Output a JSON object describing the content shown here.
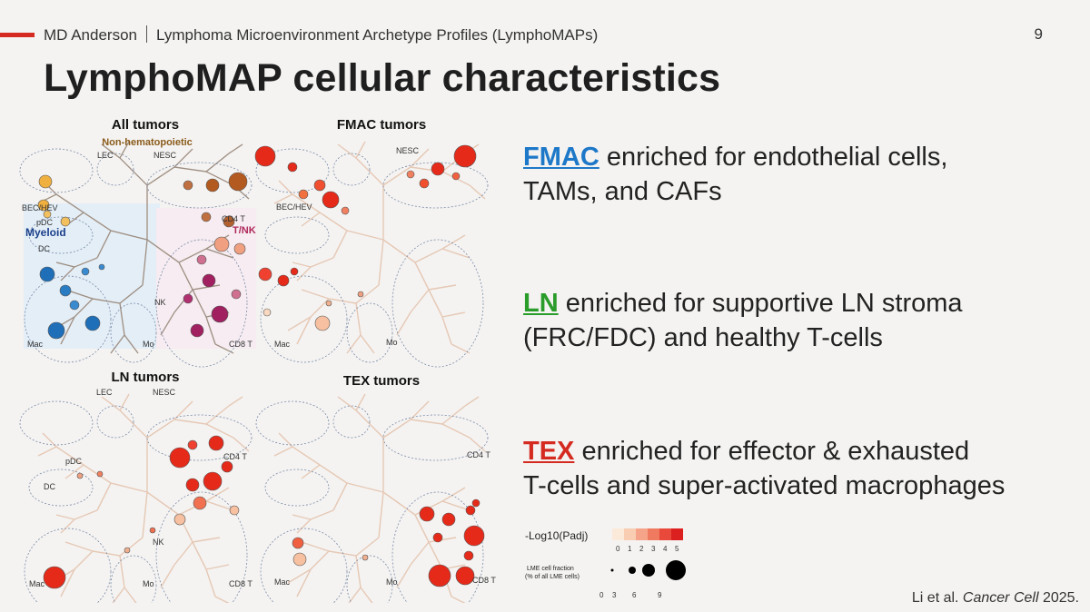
{
  "header": {
    "org": "MD Anderson",
    "subtitle": "Lymphoma Microenvironment Archetype Profiles (LymphoMAPs)",
    "page_number": "9"
  },
  "title": "LymphoMAP cellular characteristics",
  "figure": {
    "panels": [
      {
        "title": "All tumors",
        "labels": {
          "nonhema": "Non-hematopoietic",
          "lec": "LEC",
          "nesc": "NESC",
          "bec": "BEC/HEV",
          "pdc": "pDC",
          "myeloid": "Myeloid",
          "dc": "DC",
          "cd4": "CD4 T",
          "tnk": "T/NK",
          "nk": "NK",
          "mac": "Mac",
          "mo": "Mo",
          "cd8": "CD8 T"
        }
      },
      {
        "title": "FMAC tumors",
        "labels": {
          "nesc": "NESC",
          "bec": "BEC/HEV",
          "mac": "Mac",
          "mo": "Mo"
        }
      },
      {
        "title": "LN tumors",
        "labels": {
          "lec": "LEC",
          "nesc": "NESC",
          "pdc": "pDC",
          "dc": "DC",
          "cd4": "CD4 T",
          "nk": "NK",
          "mac": "Mac",
          "mo": "Mo",
          "cd8": "CD8 T"
        }
      },
      {
        "title": "TEX tumors",
        "labels": {
          "cd4": "CD4 T",
          "mac": "Mac",
          "mo": "Mo",
          "cd8": "CD8 T"
        }
      }
    ],
    "legend": {
      "color_title": "-Log10(Padj)",
      "color_ticks": [
        "0",
        "1",
        "2",
        "3",
        "4",
        "5"
      ],
      "colors": [
        "#fbe9d9",
        "#f8cdb2",
        "#f5a489",
        "#f07a60",
        "#e8493a",
        "#dc1f1f"
      ],
      "size_title_1": "LME cell fraction",
      "size_title_2": "(% of all LME cells)",
      "size_ticks": [
        "0",
        "3",
        "6",
        "9"
      ]
    }
  },
  "points": [
    {
      "keyword": "FMAC",
      "text": " enriched for endothelial cells,",
      "line2": "TAMs, and CAFs"
    },
    {
      "keyword": "LN",
      "text": " enriched for supportive LN stroma",
      "line2": "(FRC/FDC) and healthy T-cells"
    },
    {
      "keyword": "TEX",
      "text": " enriched for effector & exhausted",
      "line2": "T-cells and super-activated macrophages"
    }
  ],
  "citation": {
    "authors": "Li et al. ",
    "journal": "Cancer Cell",
    "year": " 2025."
  }
}
